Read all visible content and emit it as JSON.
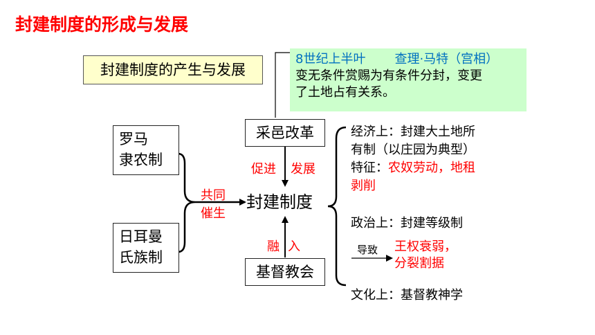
{
  "title": "封建制度的形成与发展",
  "subtitle": "封建制度的产生与发展",
  "note": {
    "line1_time": "8世纪上半叶",
    "line1_person": "查理·马特（宫相）",
    "line2": "变无条件赏赐为有条件分封，变更",
    "line3": "了土地占有关系。"
  },
  "sources": {
    "roman_line1": "罗马",
    "roman_line2": "隶农制",
    "german_line1": "日耳曼",
    "german_line2": "氏族制"
  },
  "joint_label_1": "共同",
  "joint_label_2": "催生",
  "reform": "采邑改革",
  "promote_1": "促进",
  "promote_2": "发展",
  "center": "封建制度",
  "merge_1": "融",
  "merge_2": "入",
  "church": "基督教会",
  "aspects": {
    "econ_line1": "经济上：封建大土地所",
    "econ_line2": "有制（以庄园为典型）",
    "feature_label": "特征：",
    "feature_value_1": "农奴劳动，地租",
    "feature_value_2": "剥削",
    "politics": "政治上：封建等级制",
    "leads_to": "导致",
    "result_1": "王权衰弱，",
    "result_2": "分裂割据",
    "culture": "文化上：基督教神学"
  }
}
